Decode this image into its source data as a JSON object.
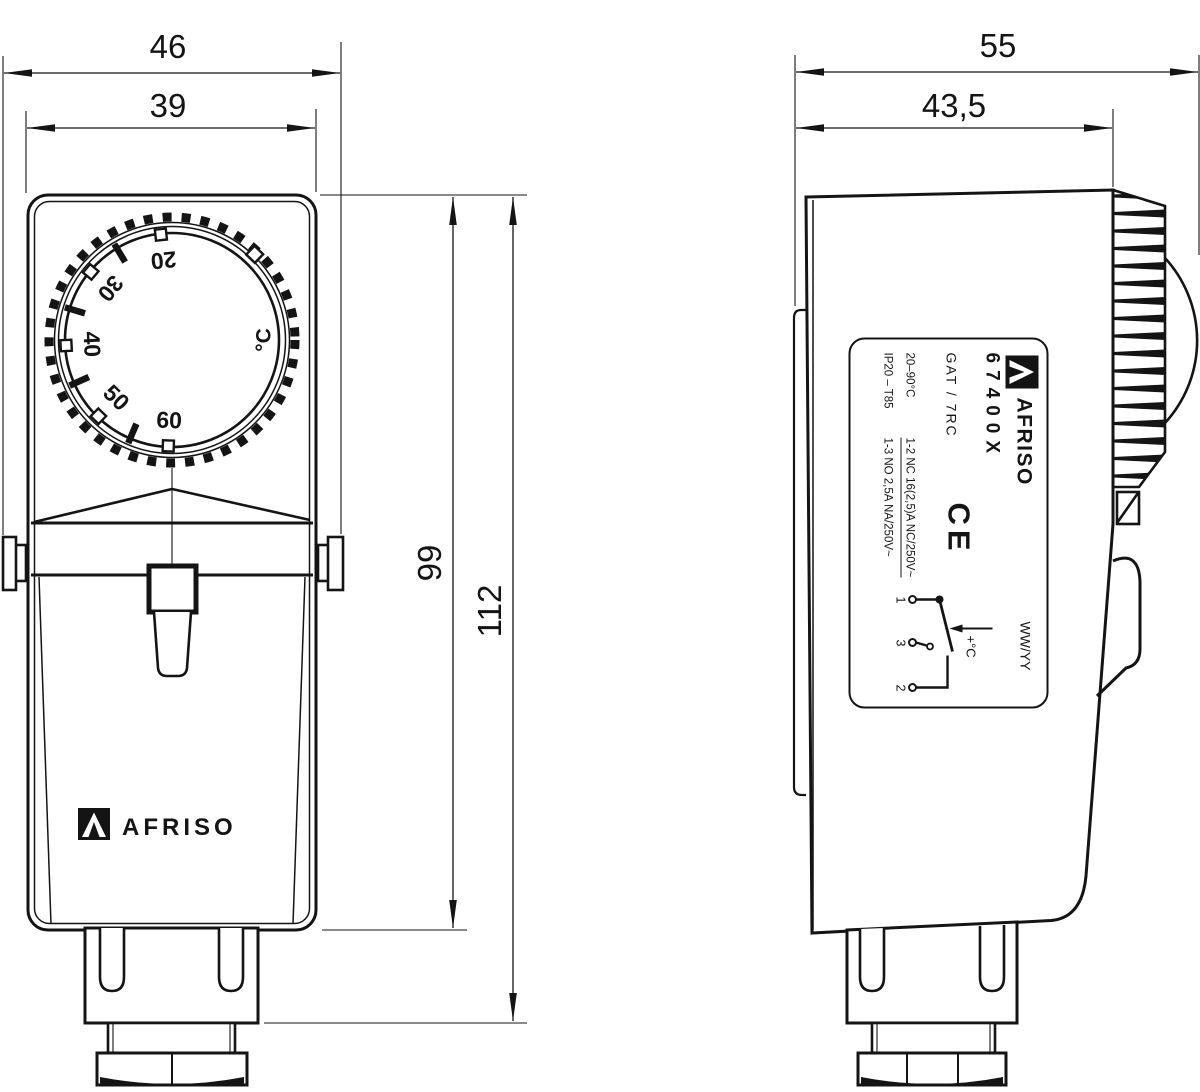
{
  "drawing": {
    "front": {
      "dims": {
        "outer_width": "46",
        "body_width": "39",
        "body_height": "99",
        "total_height": "112"
      },
      "dial": {
        "ticks": [
          "20",
          "30",
          "40",
          "50",
          "60"
        ],
        "unit": "°C"
      },
      "brand": {
        "name": "AFRISO"
      }
    },
    "side": {
      "dims": {
        "total_depth": "55",
        "body_depth": "43,5"
      },
      "label": {
        "brand": "AFRISO",
        "model": "67400X",
        "type": "GAT / 7RC",
        "range": "20–90°C",
        "nc_rating": "1-2 NC 16(2,5)A NC/250V~",
        "ip_class": "IP20 – T85",
        "no_rating": "1-3 NO  2,5A NA/250V~",
        "ce_mark": "CE",
        "date_code": "WW/YY",
        "terminal_1": "1",
        "terminal_3": "3",
        "terminal_2": "2",
        "temp_direction": "+°C"
      }
    }
  }
}
